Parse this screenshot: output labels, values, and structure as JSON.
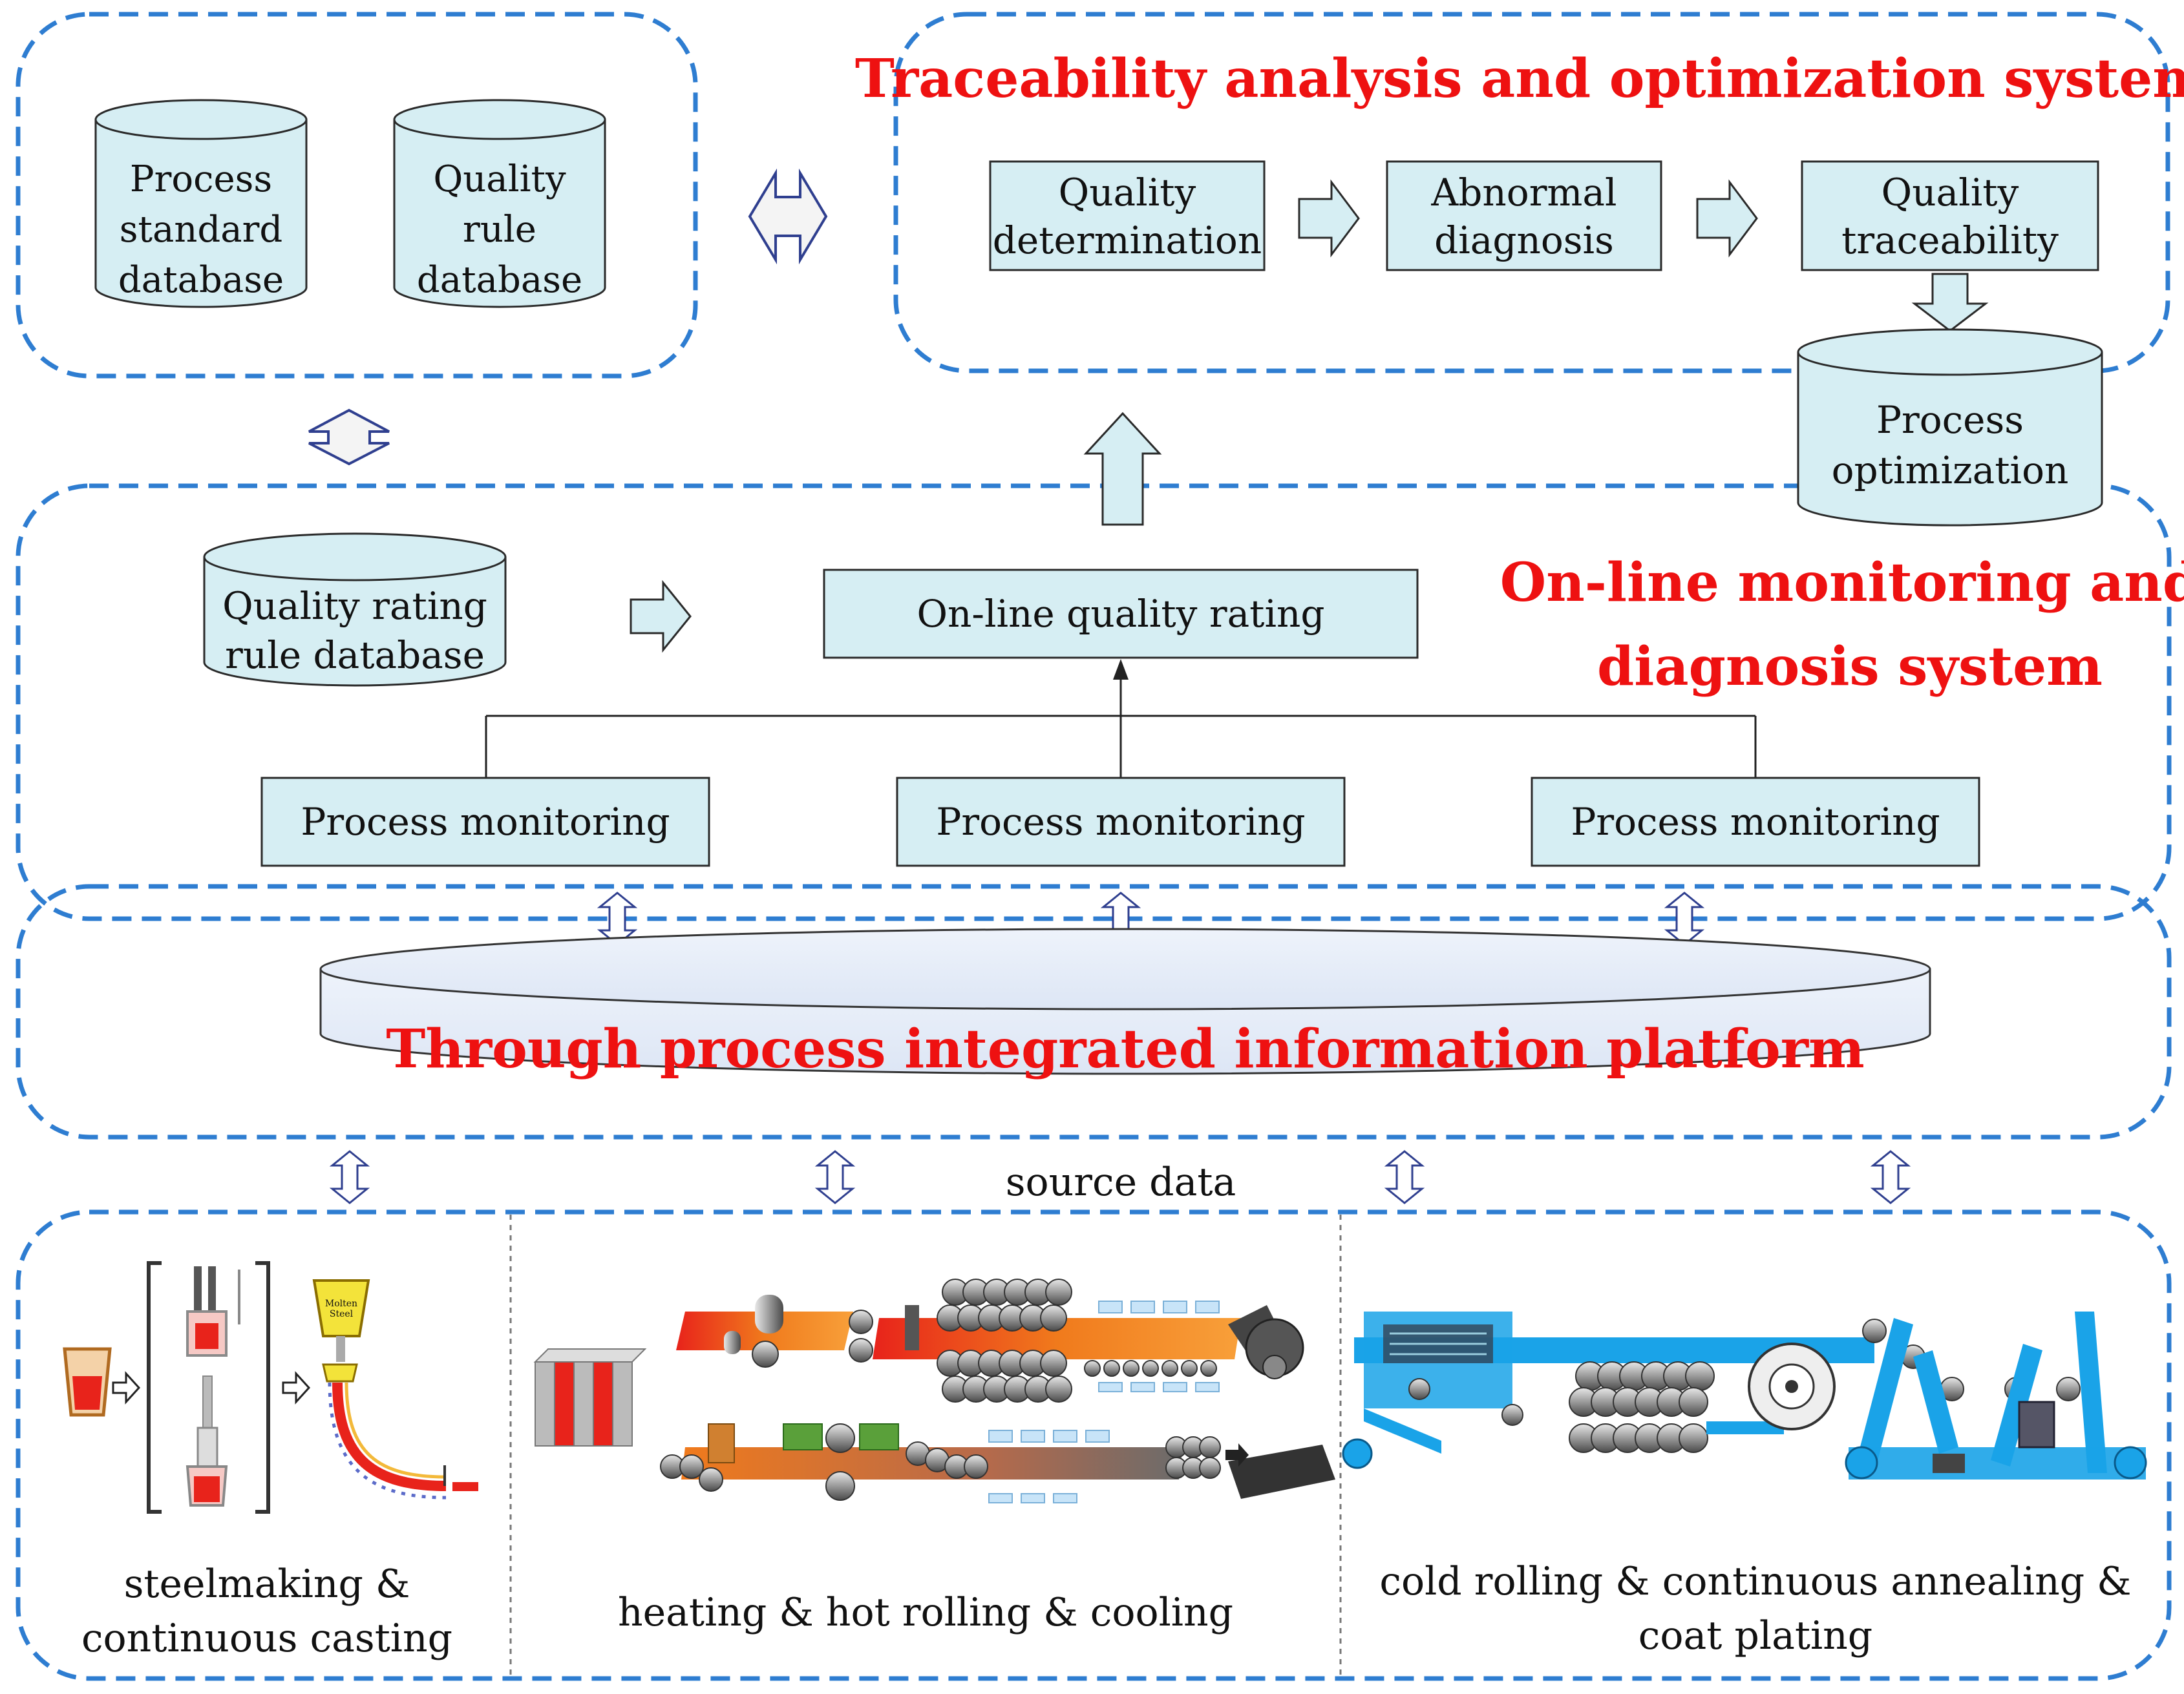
{
  "repository": {
    "process_standard_db": [
      "Process",
      "standard",
      "database"
    ],
    "quality_rule_db": [
      "Quality",
      "rule",
      "database"
    ]
  },
  "traceability": {
    "title": "Traceability analysis and optimization system",
    "steps": [
      [
        "Quality",
        "determination"
      ],
      [
        "Abnormal",
        "diagnosis"
      ],
      [
        "Quality",
        "traceability"
      ]
    ],
    "optimization_db": [
      "Process",
      "optimization"
    ]
  },
  "monitoring": {
    "title_line1": "On-line monitoring and",
    "title_line2": "diagnosis system",
    "rating_rule_db": [
      "Quality rating",
      "rule database"
    ],
    "online_rating": "On-line quality rating",
    "process_monitors": [
      "Process monitoring",
      "Process monitoring",
      "Process monitoring"
    ]
  },
  "platform": {
    "title": "Through process integrated information platform"
  },
  "source_data": "source data",
  "stages": {
    "steelmaking": [
      "steelmaking &",
      "continuous casting"
    ],
    "hot_rolling": [
      "heating & hot rolling & cooling"
    ],
    "cold_rolling": [
      "cold rolling & continuous annealing  &",
      "coat plating"
    ],
    "molten_label": [
      "Molten",
      "Steel"
    ]
  },
  "colors": {
    "dashed_border": "#2e7dd1",
    "box_fill": "#d6eef3",
    "title_red": "#ee1111",
    "hot_steel": "#e8231b",
    "cold_strip": "#1aa3e8"
  }
}
